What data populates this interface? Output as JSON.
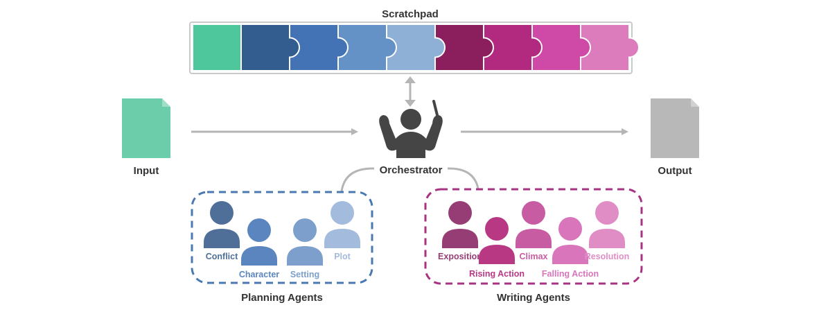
{
  "scratchpad": {
    "title": "Scratchpad",
    "piece_colors": [
      "#4fc79d",
      "#335d8e",
      "#4473b5",
      "#6491c6",
      "#8eafd6",
      "#8b1f5d",
      "#b22a7f",
      "#ce4aa6",
      "#dc7cbc"
    ]
  },
  "input": {
    "label": "Input",
    "color": "#6ccdaa"
  },
  "output": {
    "label": "Output",
    "color": "#b8b8b8"
  },
  "orchestrator": {
    "label": "Orchestrator",
    "color": "#454545"
  },
  "planning": {
    "group_label": "Planning Agents",
    "border_color": "#4a78b0",
    "agents": [
      {
        "label": "Conflict",
        "color": "#4f6f98"
      },
      {
        "label": "Character",
        "color": "#5b85be"
      },
      {
        "label": "Setting",
        "color": "#7d9fcc"
      },
      {
        "label": "Plot",
        "color": "#a3bbdd"
      }
    ]
  },
  "writing": {
    "group_label": "Writing Agents",
    "border_color": "#a93383",
    "agents": [
      {
        "label": "Exposition",
        "color": "#973d75"
      },
      {
        "label": "Rising Action",
        "color": "#b83884"
      },
      {
        "label": "Climax",
        "color": "#c85ca2"
      },
      {
        "label": "Falling Action",
        "color": "#d875bb"
      },
      {
        "label": "Resolution",
        "color": "#e08dc6"
      }
    ]
  },
  "arrow_color": "#b5b5b5"
}
